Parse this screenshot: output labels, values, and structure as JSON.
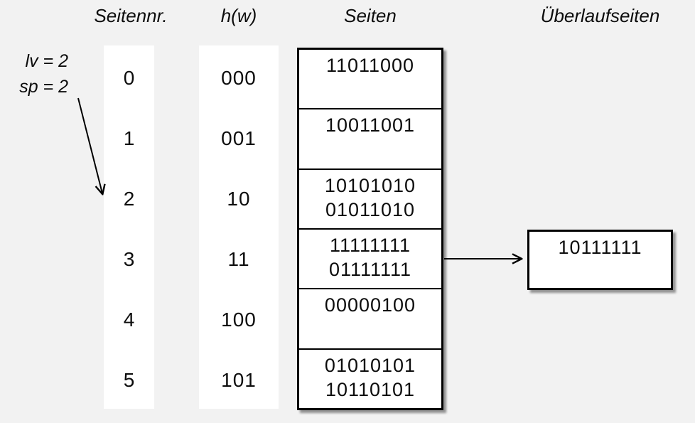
{
  "headers": [
    {
      "label": "Seitennr."
    },
    {
      "label": "h(w)"
    },
    {
      "label": "Seiten"
    },
    {
      "label": "Überlaufseiten"
    }
  ],
  "annotation": {
    "level_line": "lv = 2",
    "split_pointer_line": "sp = 2",
    "points_to_row_nr": "2"
  },
  "table": {
    "rows": [
      {
        "nr": "0",
        "hash": "000",
        "page": [
          "11011000"
        ]
      },
      {
        "nr": "1",
        "hash": "001",
        "page": [
          "10011001"
        ]
      },
      {
        "nr": "2",
        "hash": "10",
        "page": [
          "10101010",
          "01011010"
        ]
      },
      {
        "nr": "3",
        "hash": "11",
        "page": [
          "11111111",
          "01111111"
        ]
      },
      {
        "nr": "4",
        "hash": "100",
        "page": [
          "00000100"
        ]
      },
      {
        "nr": "5",
        "hash": "101",
        "page": [
          "01010101",
          "10110101"
        ]
      }
    ]
  },
  "overflow": {
    "page": [
      "10111111"
    ],
    "attached_to_row_nr": "3"
  },
  "colors": {
    "background": "#f2f2f2",
    "panel": "#ffffff",
    "line": "#000000",
    "shadow": "#666666"
  }
}
